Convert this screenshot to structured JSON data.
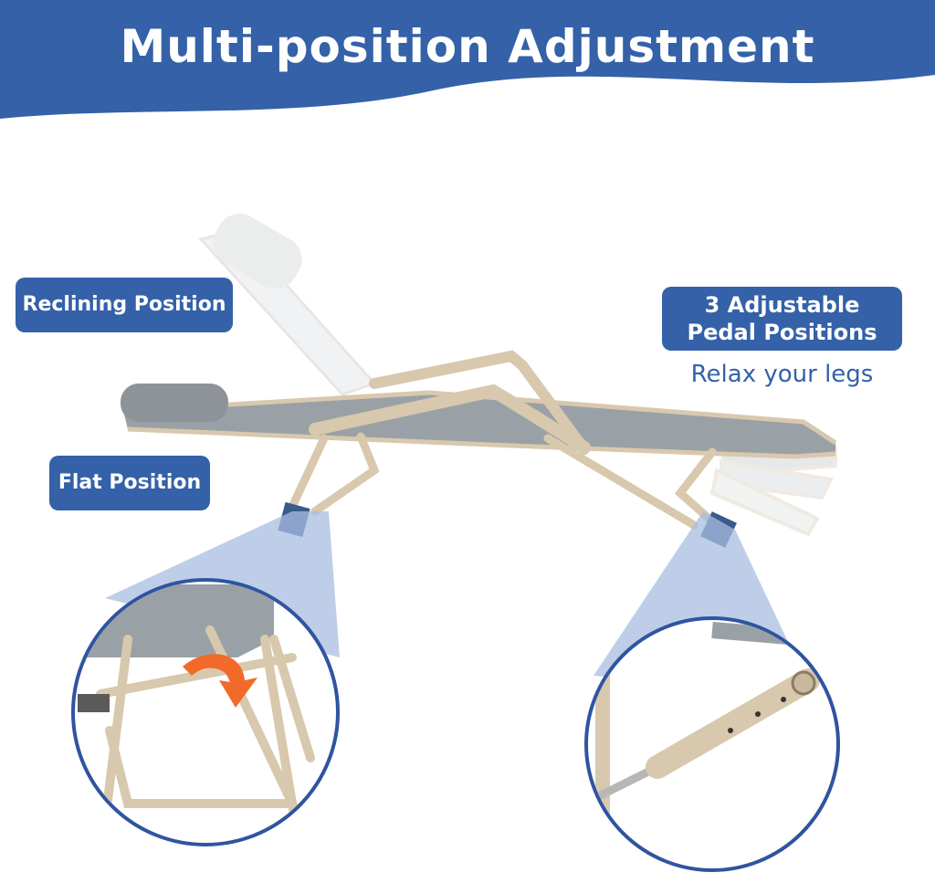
{
  "banner": {
    "title": "Multi-position Adjustment"
  },
  "labels": {
    "reclining": "Reclining Position",
    "flat": "Flat Position",
    "pedal_line1": "3 Adjustable",
    "pedal_line2": "Pedal Positions",
    "pedal_sub": "Relax your legs"
  },
  "colors": {
    "brand_blue": "#3461a8",
    "fabric_gray": "#9aa1a6",
    "frame_beige": "#d8c8ad",
    "arrow_orange": "#f26a2a"
  },
  "icons": [
    "rotate-arrow-icon"
  ]
}
